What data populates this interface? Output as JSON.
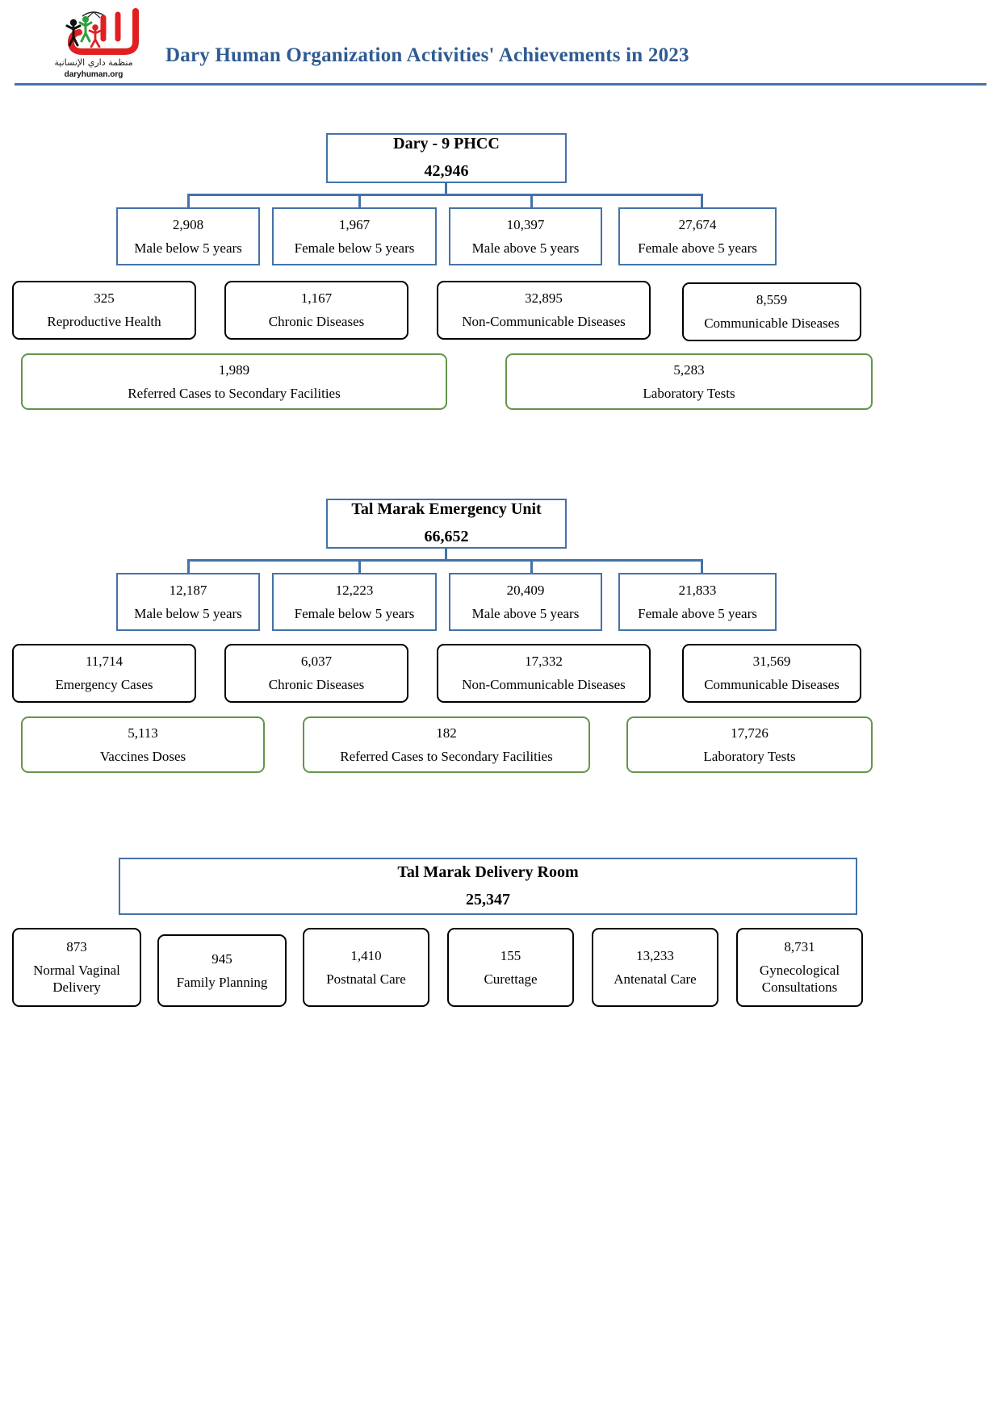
{
  "header": {
    "title": "Dary Human Organization Activities' Achievements in 2023",
    "logo_arabic": "منظمة داري الإنسانية",
    "logo_url": "daryhuman.org",
    "accent_color": "#2e5b93",
    "rule_color": "#4472a8"
  },
  "colors": {
    "blue_border": "#4472a8",
    "black_border": "#000000",
    "green_border": "#63954a",
    "title_blue": "#2e5b93"
  },
  "chart_data": {
    "type": "diagram",
    "title": "Dary Human Organization Activities' Achievements in 2023",
    "sections": [
      {
        "root": {
          "label": "Dary - 9 PHCC",
          "value": "42,946"
        },
        "demographics": [
          {
            "value": "2,908",
            "label": "Male below 5 years"
          },
          {
            "value": "1,967",
            "label": "Female below 5 years"
          },
          {
            "value": "10,397",
            "label": "Male above 5 years"
          },
          {
            "value": "27,674",
            "label": "Female above 5 years"
          }
        ],
        "services": [
          {
            "value": "325",
            "label": "Reproductive Health"
          },
          {
            "value": "1,167",
            "label": "Chronic Diseases"
          },
          {
            "value": "32,895",
            "label": "Non-Communicable Diseases"
          },
          {
            "value": "8,559",
            "label": "Communicable Diseases"
          }
        ],
        "extras": [
          {
            "value": "1,989",
            "label": "Referred Cases to Secondary Facilities"
          },
          {
            "value": "5,283",
            "label": "Laboratory Tests"
          }
        ]
      },
      {
        "root": {
          "label": "Tal Marak Emergency Unit",
          "value": "66,652"
        },
        "demographics": [
          {
            "value": "12,187",
            "label": "Male below 5 years"
          },
          {
            "value": "12,223",
            "label": "Female below 5 years"
          },
          {
            "value": "20,409",
            "label": "Male above 5 years"
          },
          {
            "value": "21,833",
            "label": "Female above 5 years"
          }
        ],
        "services": [
          {
            "value": "11,714",
            "label": "Emergency Cases"
          },
          {
            "value": "6,037",
            "label": "Chronic Diseases"
          },
          {
            "value": "17,332",
            "label": "Non-Communicable Diseases"
          },
          {
            "value": "31,569",
            "label": "Communicable Diseases"
          }
        ],
        "extras": [
          {
            "value": "5,113",
            "label": "Vaccines Doses"
          },
          {
            "value": "182",
            "label": "Referred Cases to Secondary Facilities"
          },
          {
            "value": "17,726",
            "label": "Laboratory Tests"
          }
        ]
      },
      {
        "root": {
          "label": "Tal Marak Delivery Room",
          "value": "25,347"
        },
        "services": [
          {
            "value": "873",
            "label": "Normal Vaginal Delivery"
          },
          {
            "value": "945",
            "label": "Family Planning"
          },
          {
            "value": "1,410",
            "label": "Postnatal Care"
          },
          {
            "value": "155",
            "label": "Curettage"
          },
          {
            "value": "13,233",
            "label": "Antenatal Care"
          },
          {
            "value": "8,731",
            "label": "Gynecological Consultations"
          }
        ]
      }
    ]
  }
}
